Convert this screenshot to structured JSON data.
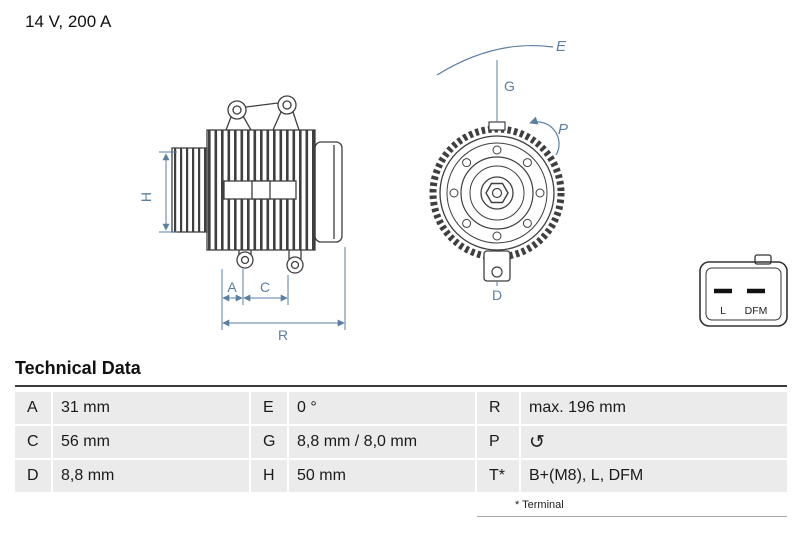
{
  "header": {
    "rating": "14 V, 200 A"
  },
  "colors": {
    "dimension_blue": "#5b7fa4",
    "drawing_line": "#3f3f3f",
    "table_row_bg": "#ebebeb"
  },
  "diagram": {
    "side_view": {
      "h": "H",
      "a": "A",
      "c": "C",
      "r": "R"
    },
    "front_view": {
      "e": "E",
      "g": "G",
      "p": "P",
      "d": "D"
    },
    "connector": {
      "l": "L",
      "dfm": "DFM"
    }
  },
  "technical_data": {
    "title": "Technical Data",
    "rows": [
      [
        {
          "key": "A",
          "value": "31 mm"
        },
        {
          "key": "E",
          "value": "0 °"
        },
        {
          "key": "R",
          "value": "max. 196 mm"
        }
      ],
      [
        {
          "key": "C",
          "value": "56 mm"
        },
        {
          "key": "G",
          "value": "8,8 mm / 8,0 mm"
        },
        {
          "key": "P",
          "value": "↺"
        }
      ],
      [
        {
          "key": "D",
          "value": "8,8 mm"
        },
        {
          "key": "H",
          "value": "50 mm"
        },
        {
          "key": "T*",
          "value": "B+(M8), L, DFM"
        }
      ]
    ],
    "footnote": "* Terminal"
  }
}
